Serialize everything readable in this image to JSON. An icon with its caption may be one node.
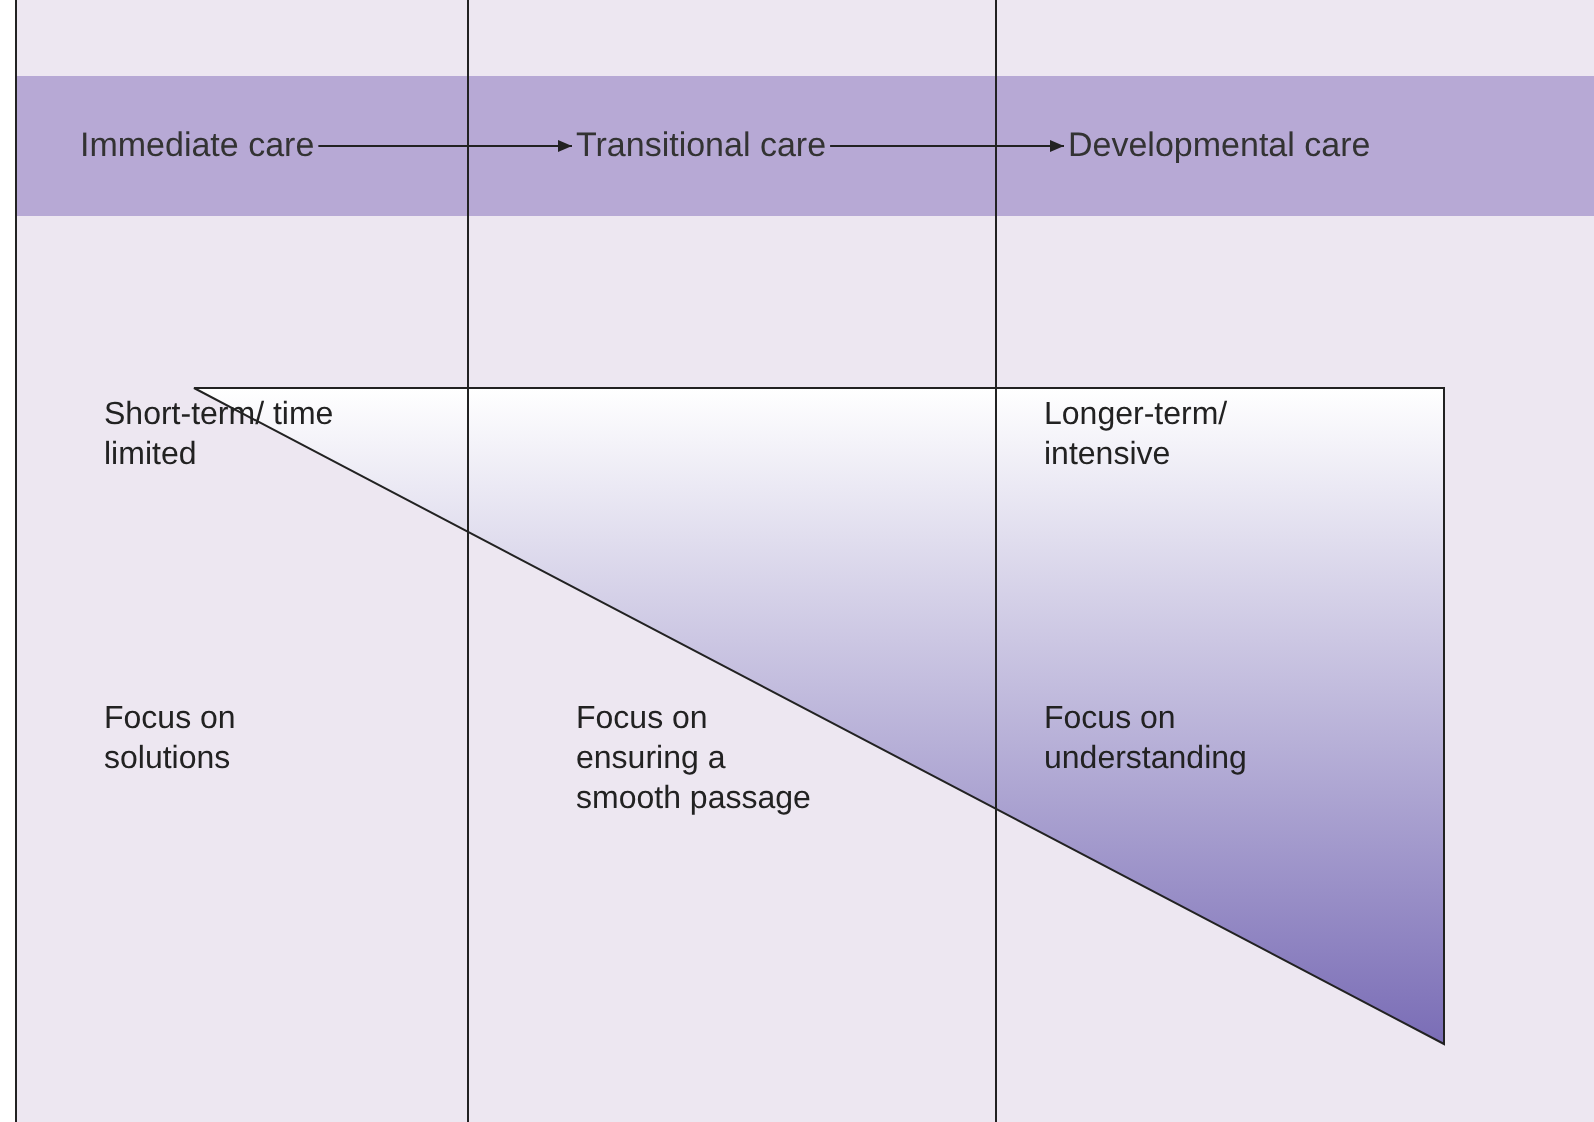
{
  "diagram": {
    "nodes": [
      {
        "text": [
          "Immediate care"
        ]
      },
      {
        "text": [
          "Transitional care"
        ]
      },
      {
        "text": [
          "Developmental care"
        ]
      }
    ],
    "edges": [
      {
        "from": 0,
        "to": 1,
        "arrow": "to"
      },
      {
        "from": 1,
        "to": 2,
        "arrow": "to"
      }
    ],
    "labels": [
      "Short-term/ time limited",
      "Longer-term/ intensive",
      "Focus on solutions",
      "Focus on ensuring a smooth passage",
      "Focus on understanding"
    ]
  }
}
